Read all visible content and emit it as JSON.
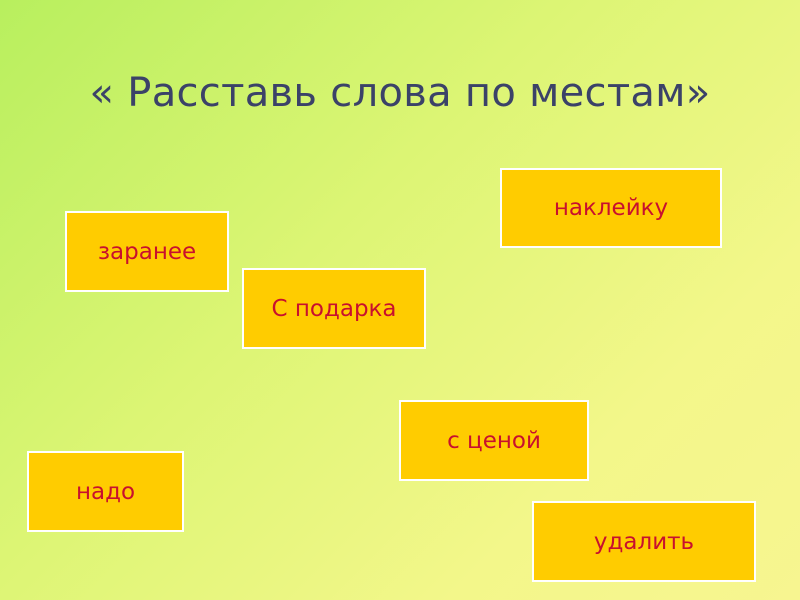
{
  "slide": {
    "title": "« Расставь слова по местам»"
  },
  "cards": {
    "nakleyku": "наклейку",
    "zaranee": "заранее",
    "podarka": "С подарка",
    "tsenoy": "с ценой",
    "nado": "надо",
    "udalit": "удалить"
  },
  "colors": {
    "card_fill": "#ffcc00",
    "card_text": "#c8102e",
    "title_text": "#3b4268",
    "background_start": "#b8ef5e",
    "background_end": "#f7f590"
  }
}
